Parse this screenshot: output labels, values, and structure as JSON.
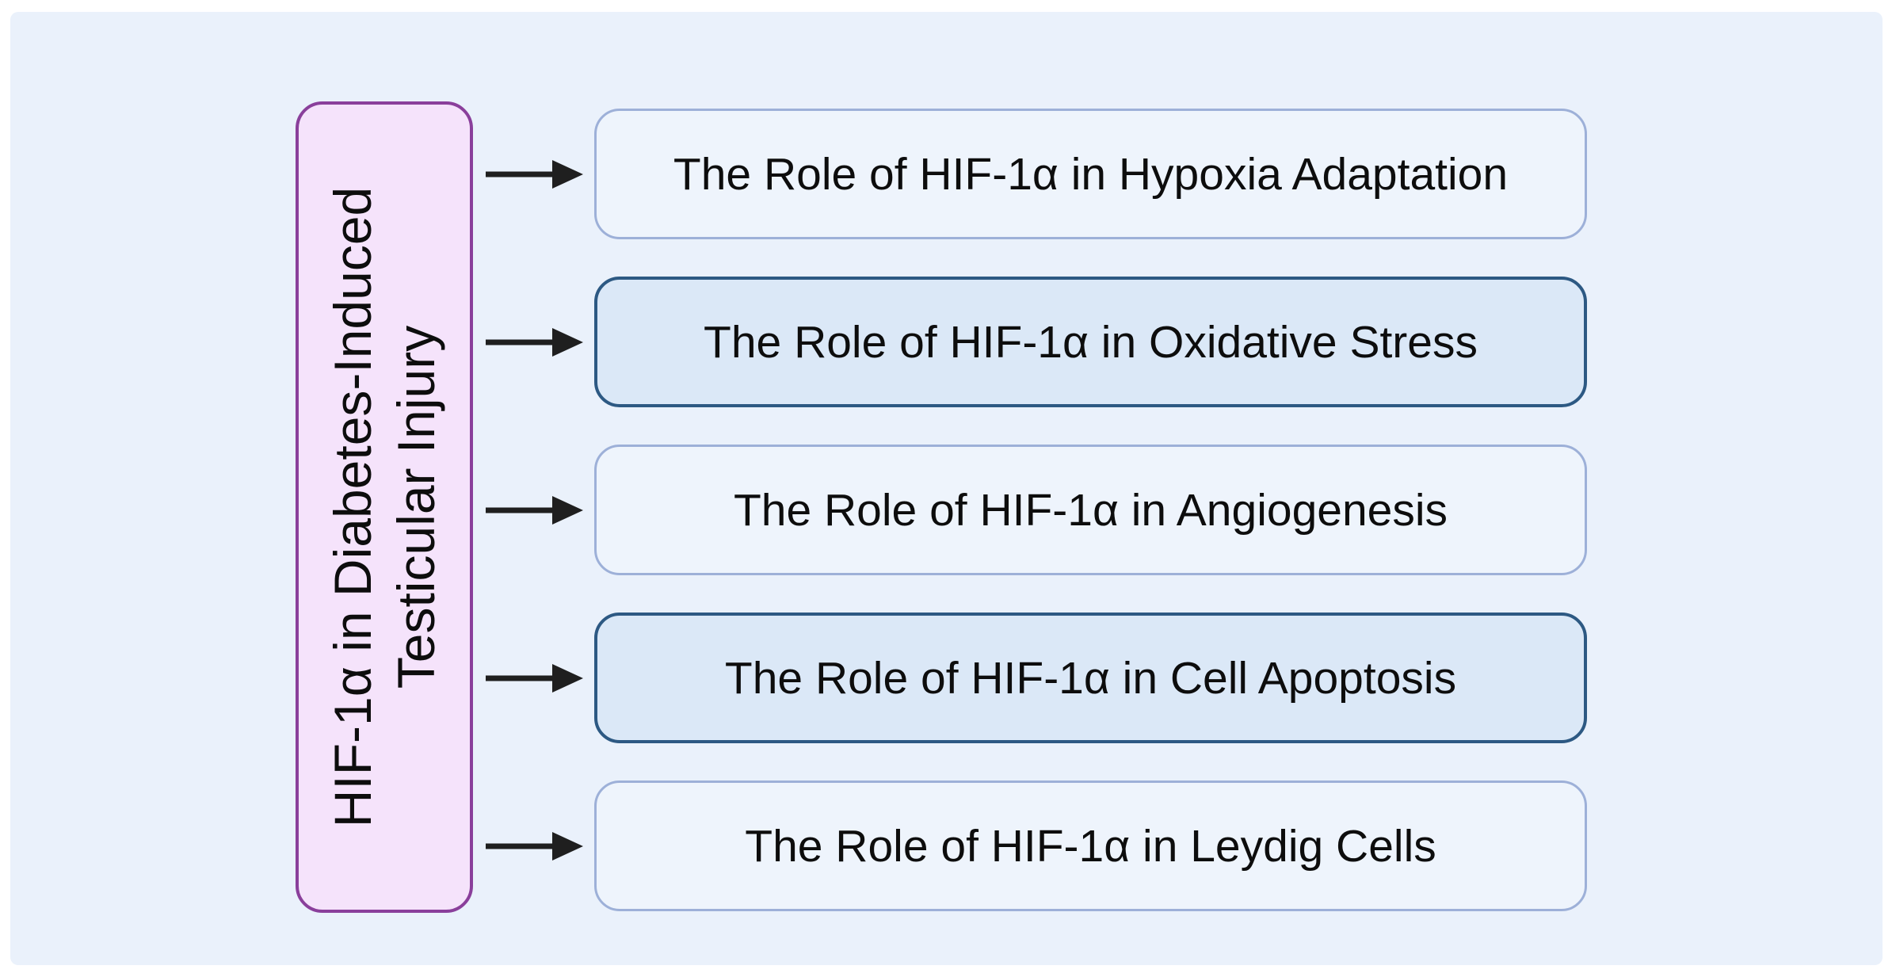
{
  "diagram": {
    "root": {
      "line1": "HIF-1α in Diabetes-Induced",
      "line2": "Testicular Injury"
    },
    "branches": [
      {
        "label": "The Role of HIF-1α in Hypoxia Adaptation",
        "highlighted": false
      },
      {
        "label": "The Role of HIF-1α in Oxidative Stress",
        "highlighted": true
      },
      {
        "label": "The Role of HIF-1α in Angiogenesis",
        "highlighted": false
      },
      {
        "label": "The Role of HIF-1α in Cell Apoptosis",
        "highlighted": true
      },
      {
        "label": "The Role of HIF-1α in Leydig Cells",
        "highlighted": false
      }
    ]
  },
  "icons": {
    "connector": "arrow-right-icon"
  },
  "colors": {
    "background": "#ffffff",
    "panel_bg": "#eaf1fb",
    "root_fill": "#f5e3fb",
    "root_border": "#8a3f9b",
    "node_fill": "#eef4fc",
    "node_border": "#9db0d8",
    "highlight_fill": "#dbe8f7",
    "highlight_border": "#2d5983",
    "arrow": "#1f1f1f",
    "text": "#0d0d0d"
  }
}
